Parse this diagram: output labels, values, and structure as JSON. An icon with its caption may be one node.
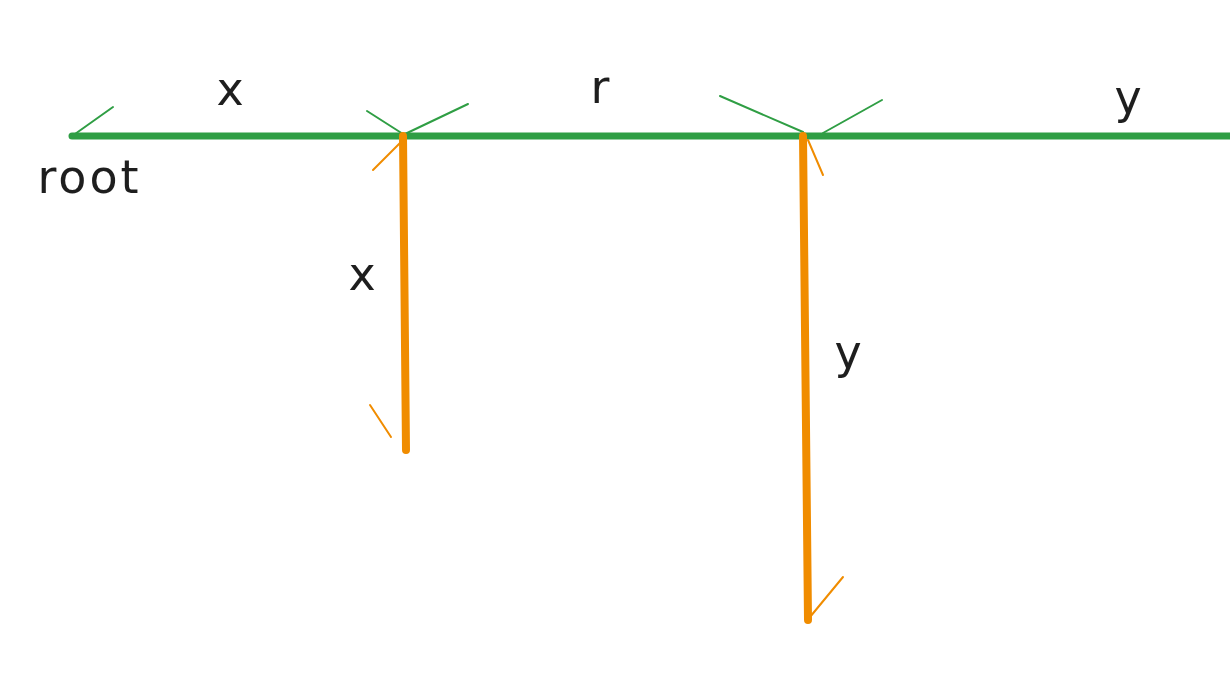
{
  "diagram": {
    "labels": [
      "x",
      "r",
      "y",
      "root",
      "x",
      "y"
    ]
  }
}
